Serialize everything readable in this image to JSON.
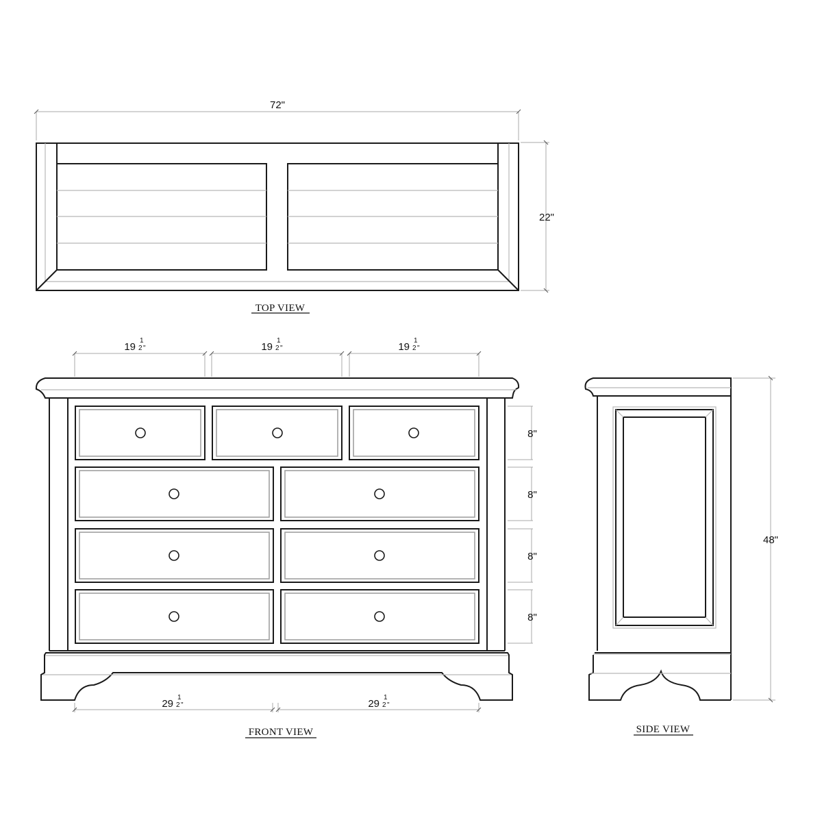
{
  "drawing": {
    "subject": "Dresser / chest of drawers technical drawing",
    "views": {
      "top": {
        "label": "TOP VIEW",
        "width_dim": "72\"",
        "depth_dim": "22\""
      },
      "front": {
        "label": "FRONT VIEW",
        "top_drawer_widths": [
          {
            "whole": "19",
            "num": "1",
            "den": "2",
            "unit": "\""
          },
          {
            "whole": "19",
            "num": "1",
            "den": "2",
            "unit": "\""
          },
          {
            "whole": "19",
            "num": "1",
            "den": "2",
            "unit": "\""
          }
        ],
        "bottom_widths": [
          {
            "whole": "29",
            "num": "1",
            "den": "2",
            "unit": "\""
          },
          {
            "whole": "29",
            "num": "1",
            "den": "2",
            "unit": "\""
          }
        ],
        "drawer_heights": [
          "8\"",
          "8\"",
          "8\"",
          "8\""
        ],
        "drawer_rows": [
          3,
          2,
          2,
          2
        ],
        "total_drawers": 9
      },
      "side": {
        "label": "SIDE VIEW",
        "height_dim": "48\""
      }
    },
    "colors": {
      "line": "#1a1a1a",
      "dimension_line": "#a8a8a8",
      "background": "#ffffff"
    }
  }
}
